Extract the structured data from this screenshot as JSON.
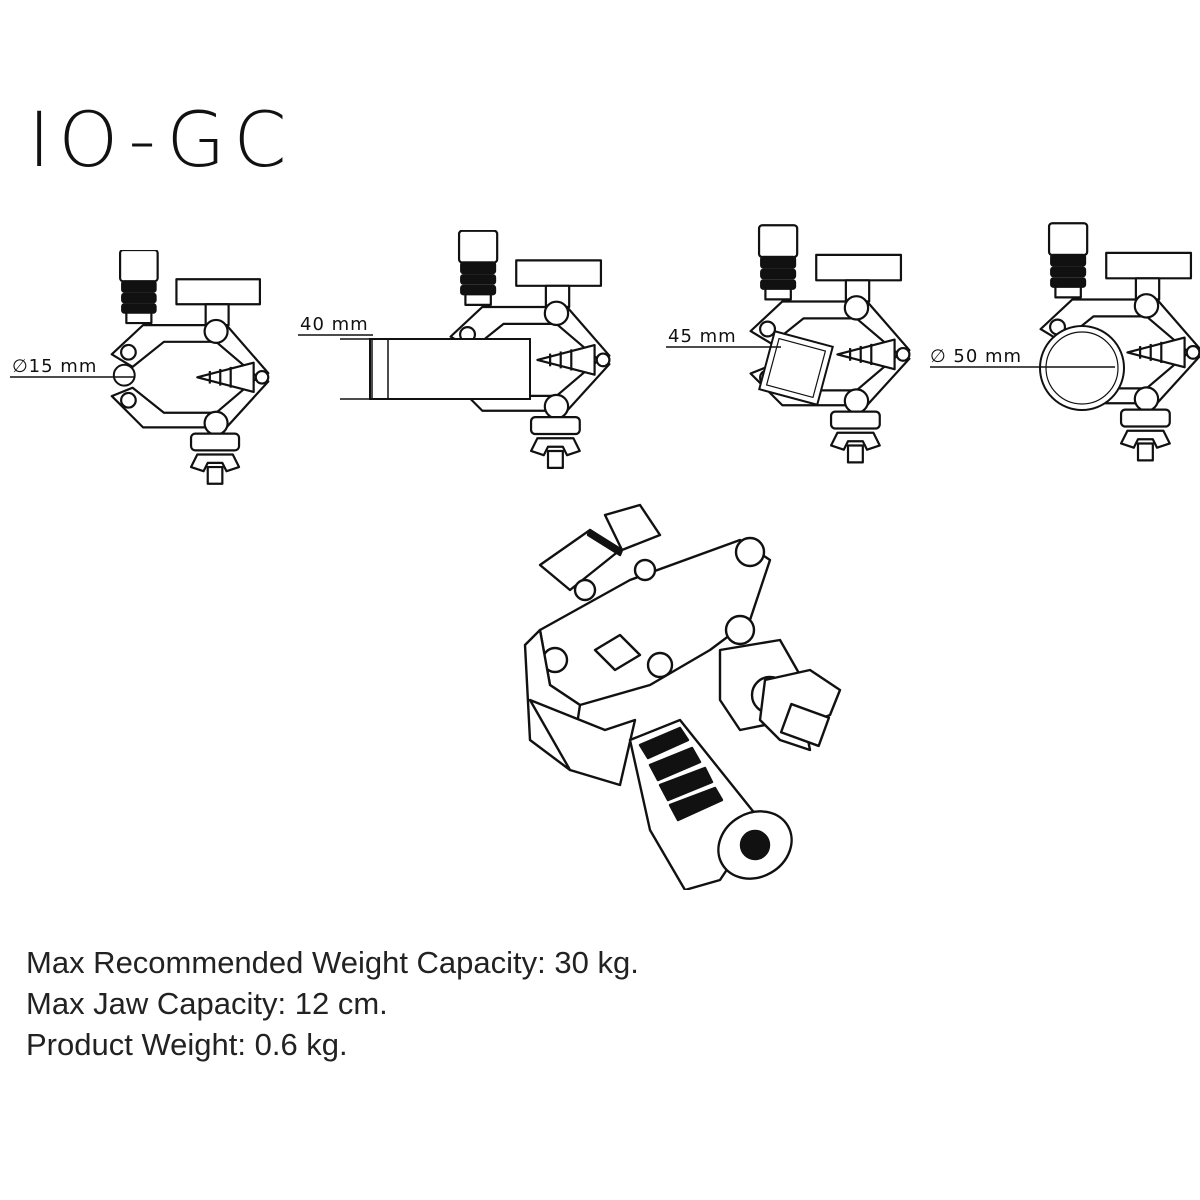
{
  "title": "IO-GC",
  "variants": [
    {
      "label": "∅15 mm"
    },
    {
      "label": "40 mm"
    },
    {
      "label": "45 mm"
    },
    {
      "label": "∅ 50 mm"
    }
  ],
  "specs": [
    "Max Recommended Weight Capacity: 30 kg.",
    "Max Jaw Capacity: 12 cm.",
    "Product Weight: 0.6 kg."
  ]
}
